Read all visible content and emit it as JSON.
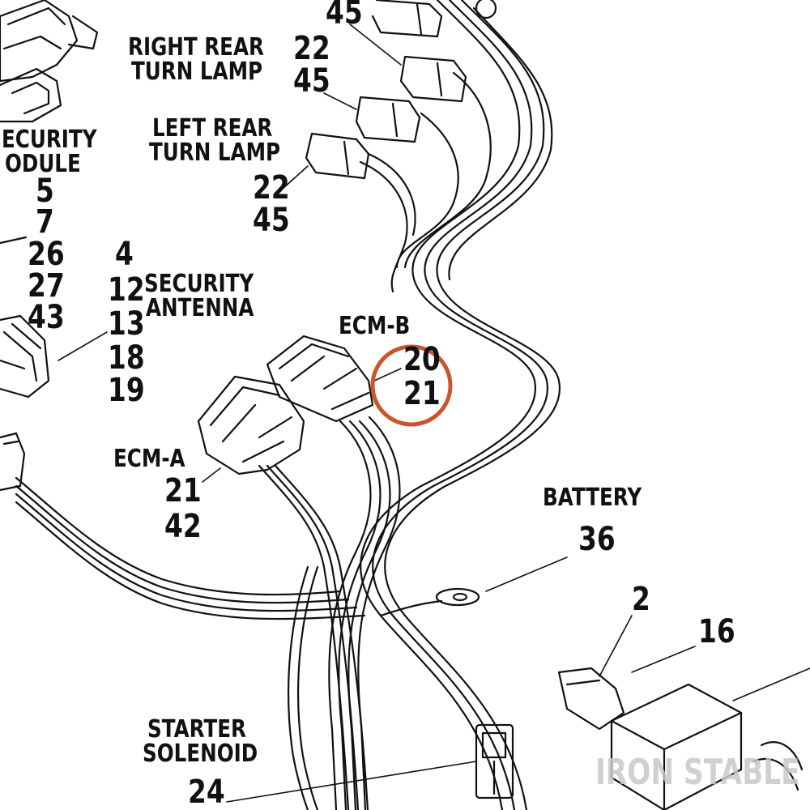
{
  "labels": {
    "top_45": "45",
    "right_rear_line1": "RIGHT REAR",
    "right_rear_line2": "TURN LAMP",
    "right_rear_num1": "22",
    "right_rear_num2": "45",
    "left_rear_line1": "LEFT REAR",
    "left_rear_line2": "TURN LAMP",
    "left_rear_num1": "22",
    "left_rear_num2": "45",
    "security_module_line1": "ECURITY",
    "security_module_line2": "ODULE",
    "security_module_nums": [
      "5",
      "7",
      "26",
      "27",
      "43"
    ],
    "security_antenna_line1": "SECURITY",
    "security_antenna_line2": "ANTENNA",
    "security_antenna_nums": [
      "4",
      "12",
      "13",
      "18",
      "19"
    ],
    "ecm_b": "ECM-B",
    "ecm_b_nums": [
      "20",
      "21"
    ],
    "ecm_a": "ECM-A",
    "ecm_a_nums": [
      "21",
      "42"
    ],
    "battery": "BATTERY",
    "battery_num": "36",
    "relay_num1": "2",
    "relay_num2": "16",
    "starter_line1": "STARTER",
    "starter_line2": "SOLENOID",
    "starter_num": "24"
  },
  "highlight": {
    "color": "#c8552b",
    "target": "ECM-B 20/21"
  },
  "watermark": "IRON STABLE",
  "colors": {
    "ink": "#111111",
    "highlight": "#c8552b",
    "watermark": "#c8c8c8"
  }
}
